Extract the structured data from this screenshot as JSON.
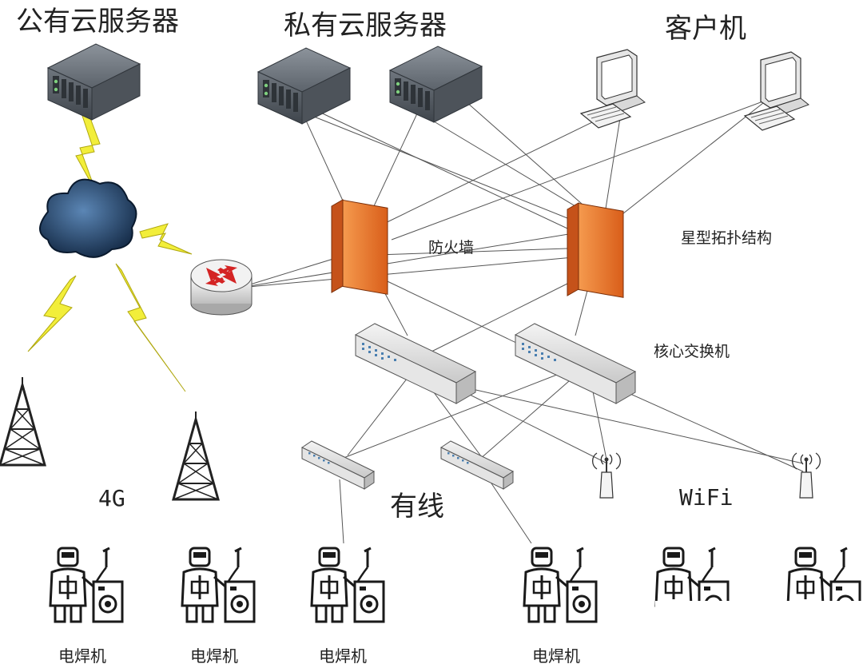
{
  "labels": {
    "public_cloud": "公有云服务器",
    "private_cloud": "私有云服务器",
    "client": "客户机",
    "firewall": "防火墙",
    "star_topology": "星型拓扑结构",
    "core_switch": "核心交换机",
    "wired": "有线",
    "fourg": "4G",
    "wifi": "WiFi"
  },
  "welders": [
    {
      "label": "电焊机"
    },
    {
      "label": "电焊机"
    },
    {
      "label": "电焊机"
    },
    {
      "label": "电焊机"
    },
    {
      "label": ""
    },
    {
      "label": ""
    }
  ],
  "colors": {
    "server": "#4a4f56",
    "firewall": "#e8742a",
    "lightning": "#f2ee3a",
    "cloud": "#1f3f66",
    "router_arrow": "#d42424",
    "link": "#555555"
  },
  "icons": [
    "server-icon",
    "cloud-icon",
    "lightning-icon",
    "router-icon",
    "firewall-icon",
    "switch-icon",
    "computer-icon",
    "tower-icon",
    "wifi-antenna-icon",
    "welder-icon"
  ]
}
